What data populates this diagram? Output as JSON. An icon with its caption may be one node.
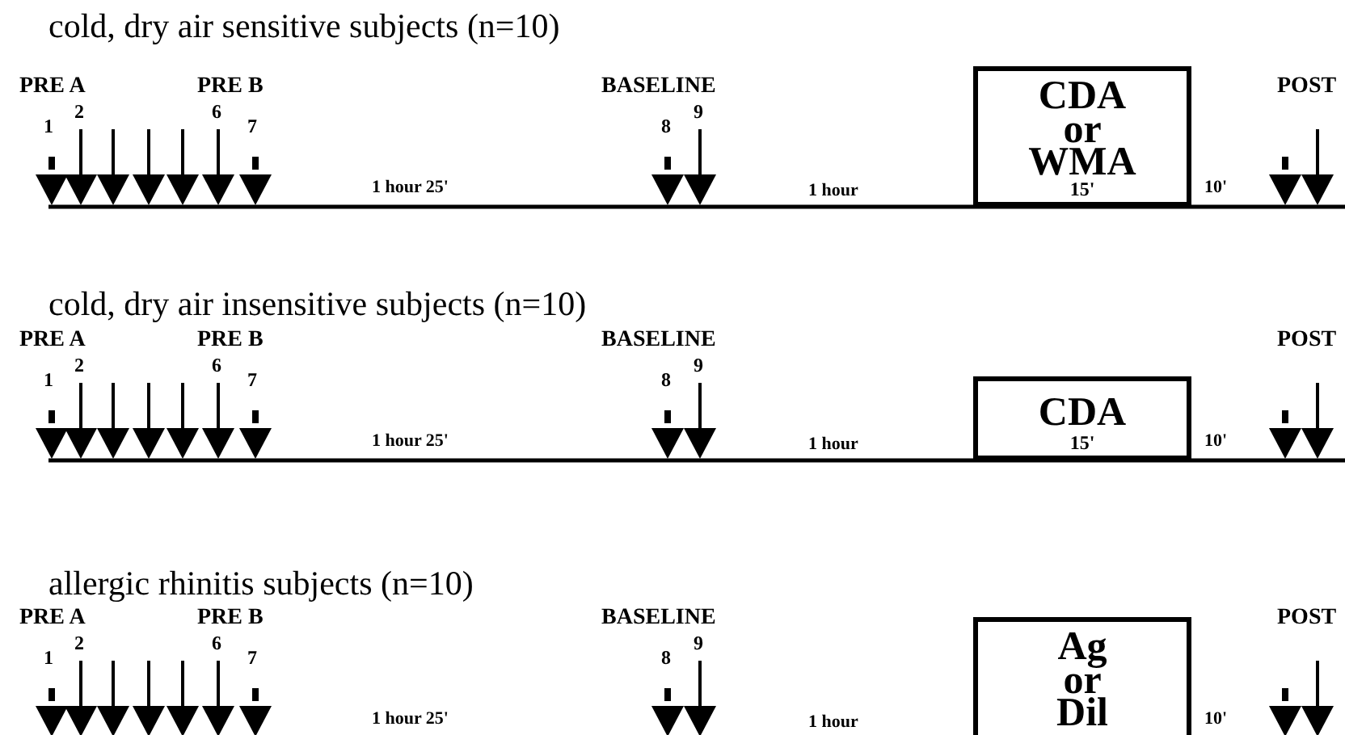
{
  "diagram": {
    "nodes": [
      {
        "text": [
          "CDA or WMA",
          "15'"
        ]
      },
      {
        "text": [
          "CDA",
          "15'"
        ]
      },
      {
        "text": [
          "Ag or Dil"
        ]
      }
    ],
    "labels": [
      "cold, dry air sensitive subjects (n=10)",
      "PRE A",
      "PRE B",
      "BASELINE",
      "POST",
      "2",
      "6",
      "9",
      "1",
      "7",
      "8",
      "1 hour 25'",
      "1 hour",
      "10'",
      "cold, dry air insensitive subjects (n=10)",
      "PRE A",
      "PRE B",
      "BASELINE",
      "POST",
      "2",
      "6",
      "9",
      "1",
      "7",
      "8",
      "1 hour 25'",
      "1 hour",
      "10'",
      "allergic rhinitis subjects (n=10)",
      "PRE A",
      "PRE B",
      "BASELINE",
      "POST",
      "2",
      "6",
      "9",
      "1",
      "7",
      "8",
      "1 hour 25'",
      "1 hour",
      "10'"
    ]
  }
}
